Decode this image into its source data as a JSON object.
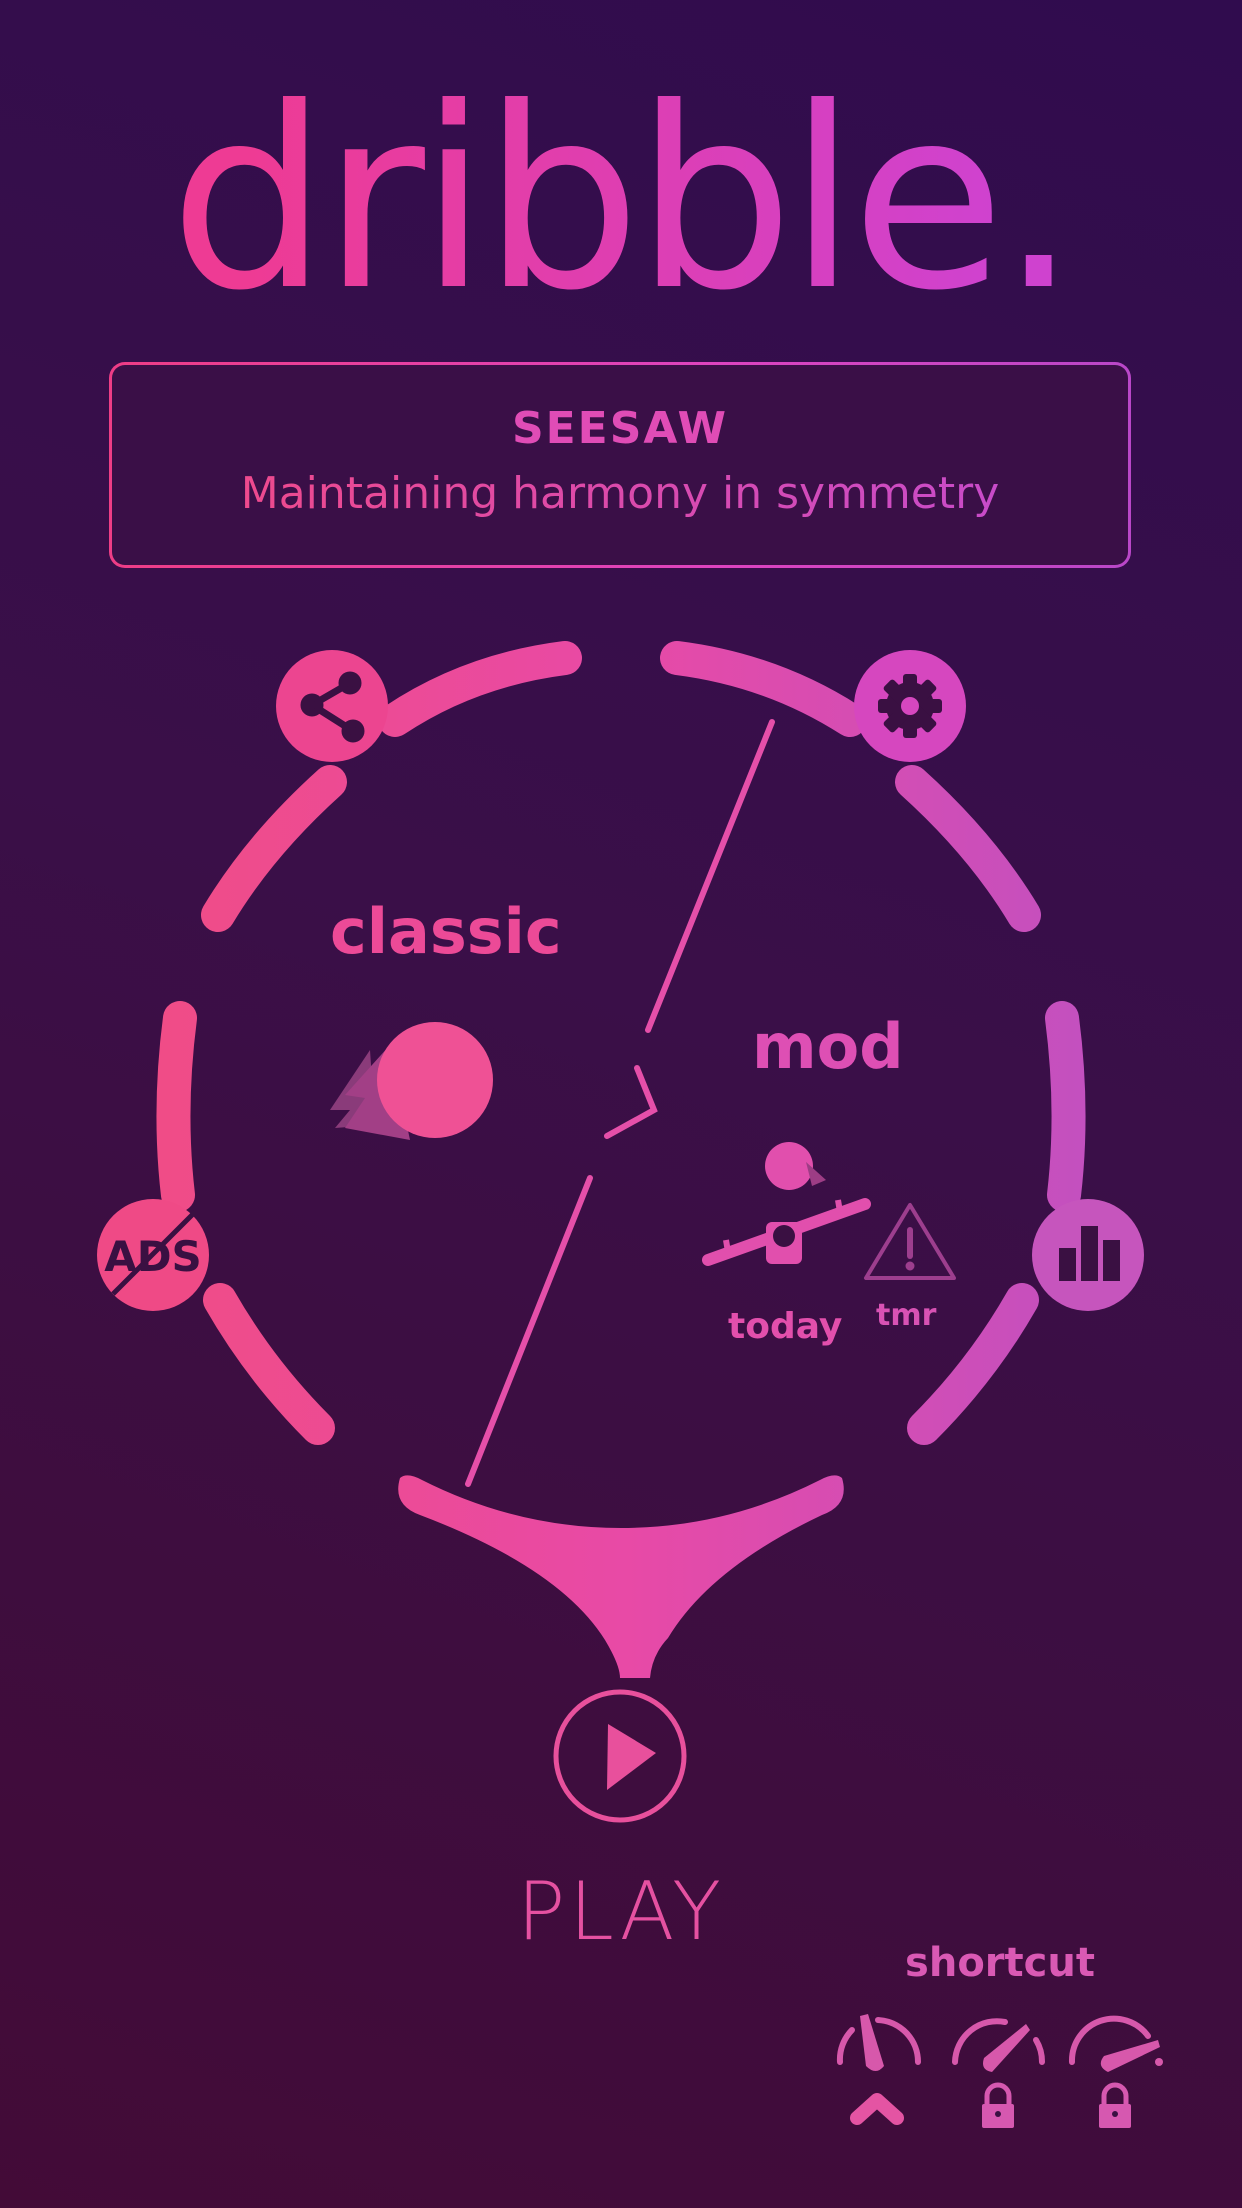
{
  "app": {
    "logo": "dribble."
  },
  "mode_card": {
    "title": "SEESAW",
    "subtitle": "Maintaining harmony in symmetry"
  },
  "modes": {
    "classic_label": "classic",
    "mod_label": "mod",
    "mod_today_label": "today",
    "mod_tmr_label": "tmr"
  },
  "buttons": {
    "share_icon": "share-icon",
    "settings_icon": "gear-icon",
    "no_ads_label": "ADS",
    "stats_icon": "bar-chart-icon"
  },
  "play": {
    "label": "PLAY"
  },
  "shortcut": {
    "label": "shortcut",
    "items": [
      {
        "icon": "speedometer-slow-icon",
        "status": "selected"
      },
      {
        "icon": "speedometer-medium-icon",
        "status": "locked"
      },
      {
        "icon": "speedometer-fast-icon",
        "status": "locked"
      }
    ]
  },
  "colors": {
    "background_top": "#300c4e",
    "background_bottom": "#430b37",
    "accent_pink": "#ee4a8e",
    "accent_magenta": "#cf4ac6",
    "icon_dark": "#3a1042"
  }
}
